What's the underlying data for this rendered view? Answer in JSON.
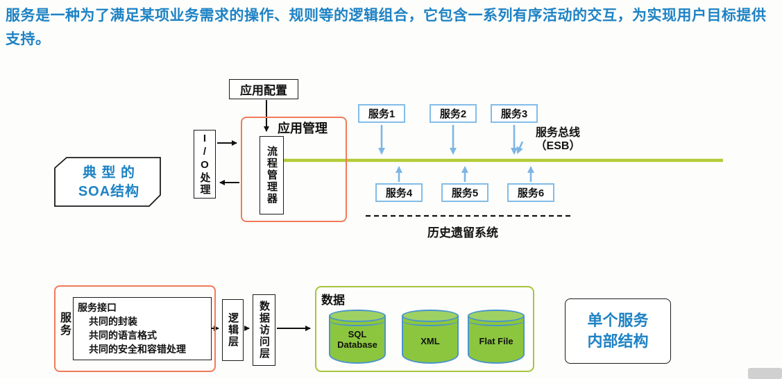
{
  "intro": {
    "text": "服务是一种为了满足某项业务需求的操作、规则等的逻辑组合，它包含一系列有序活动的交互，为实现用户目标提供支持。"
  },
  "soa": {
    "caption_line1": "典 型 的",
    "caption_line2": "SOA结构",
    "app_config": "应用配置",
    "io_box": "I/O处理",
    "app_mgmt": "应用管理",
    "process_mgr": "流程管理器",
    "bus_label_line1": "服务总线",
    "bus_label_line2": "（ESB）",
    "top_services": [
      "服务1",
      "服务2",
      "服务3"
    ],
    "bottom_services": [
      "服务4",
      "服务5",
      "服务6"
    ],
    "legacy": "历史遗留系统"
  },
  "single": {
    "service": "服务",
    "interface_title": "服务接口",
    "interface_items": [
      "共同的封装",
      "共同的语言格式",
      "共同的安全和容错处理"
    ],
    "logic_layer": "逻辑层",
    "data_access": "数据访问层",
    "data_title": "数据",
    "stores": [
      "SQL Database",
      "XML",
      "Flat File"
    ],
    "caption_line1": "单个服务",
    "caption_line2": "内部结构"
  },
  "colors": {
    "intro_blue": "#1d82c4",
    "red_frame": "#f07a58",
    "service_box_blue": "#82bce8",
    "arrow_blue": "#7db6e6",
    "bus_green": "#b2cb35",
    "green_frame": "#a5c63c",
    "cylinder_green": "#8cc63e",
    "cylinder_outline_blue": "#4a94cc"
  }
}
